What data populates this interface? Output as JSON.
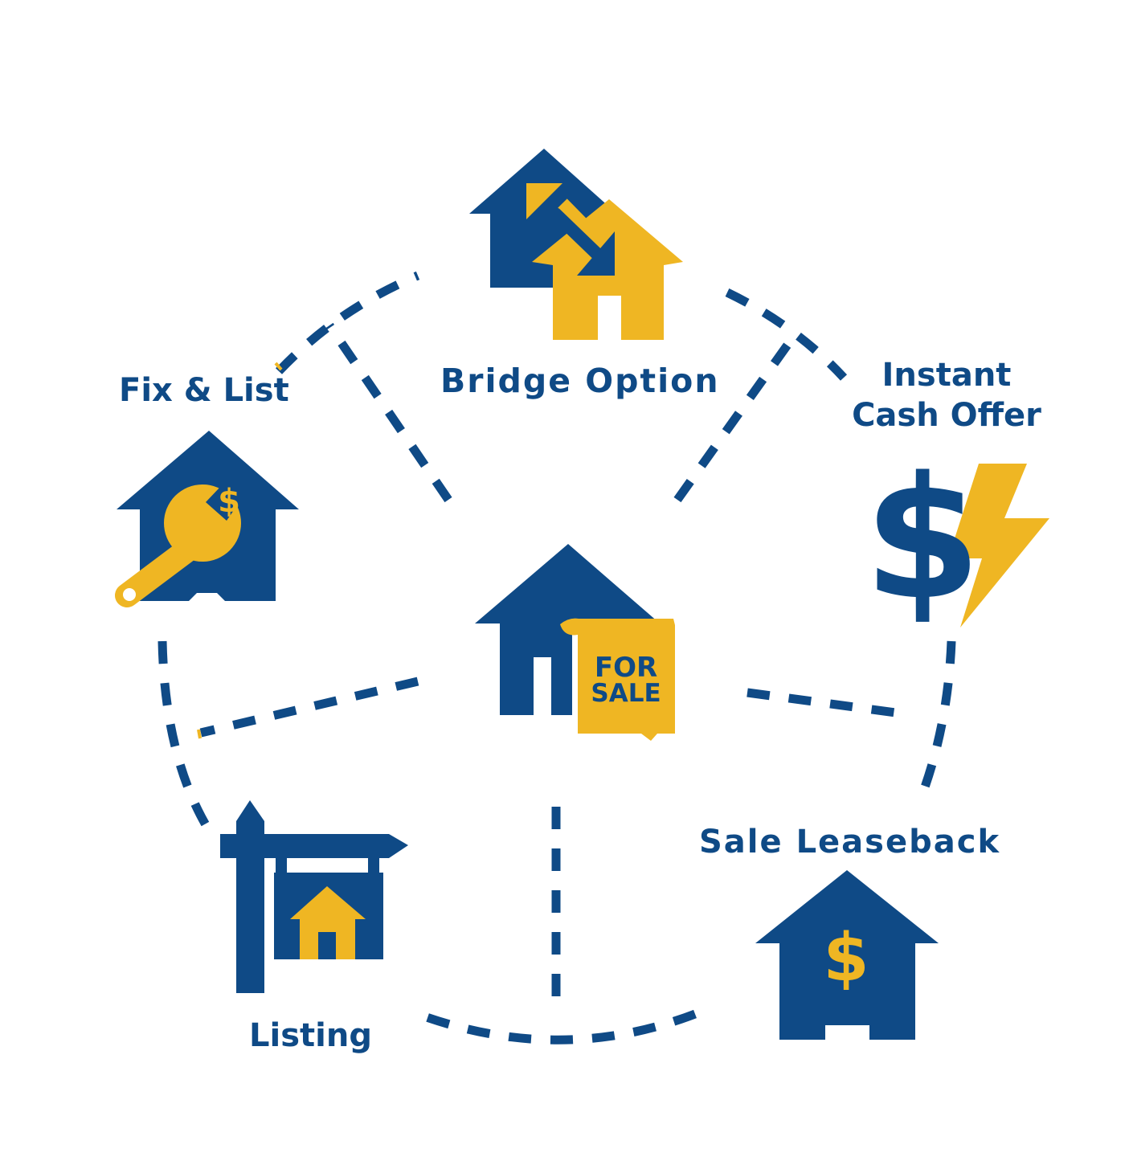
{
  "colors": {
    "navy": "#0f4a86",
    "gold": "#efb623",
    "background": "#ffffff"
  },
  "center": {
    "icon": "house-for-sale-icon",
    "sign_line1": "FOR",
    "sign_line2": "SALE"
  },
  "options": [
    {
      "key": "bridge",
      "label": "Bridge Option",
      "icon": "house-swap-arrows-icon"
    },
    {
      "key": "fix",
      "label": "Fix & List",
      "icon": "house-wrench-dollar-icon"
    },
    {
      "key": "cash",
      "label_line1": "Instant",
      "label_line2": "Cash Offer",
      "icon": "dollar-lightning-icon"
    },
    {
      "key": "leaseback",
      "label": "Sale Leaseback",
      "icon": "house-dollar-icon"
    },
    {
      "key": "listing",
      "label": "Listing",
      "icon": "listing-sign-house-icon"
    }
  ]
}
